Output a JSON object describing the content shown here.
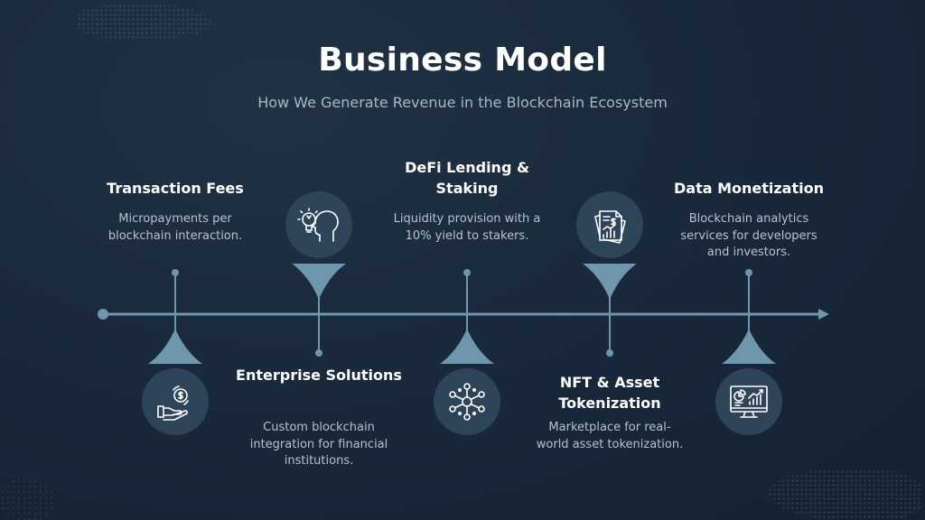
{
  "header": {
    "title": "Business Model",
    "subtitle": "How We Generate Revenue in the Blockchain Ecosystem"
  },
  "colors": {
    "background": "#18283a",
    "accent": "#6e96ad",
    "circle": "#2e4559",
    "icon": "#ffffff"
  },
  "steps": [
    {
      "label": "Transaction Fees",
      "description": "Micropayments per blockchain interaction.",
      "icon": "hand-dollar-icon"
    },
    {
      "label": "Enterprise Solutions",
      "description": "Custom blockchain integration for financial institutions.",
      "icon": "head-lightbulb-icon"
    },
    {
      "label": "DeFi Lending & Staking",
      "description": "Liquidity provision with a 10% yield to stakers.",
      "icon": "network-nodes-icon"
    },
    {
      "label": "NFT & Asset Tokenization",
      "description": "Marketplace for real-world asset tokenization.",
      "icon": "financial-document-icon"
    },
    {
      "label": "Data Monetization",
      "description": "Blockchain analytics services for developers and investors.",
      "icon": "analytics-monitor-icon"
    }
  ]
}
